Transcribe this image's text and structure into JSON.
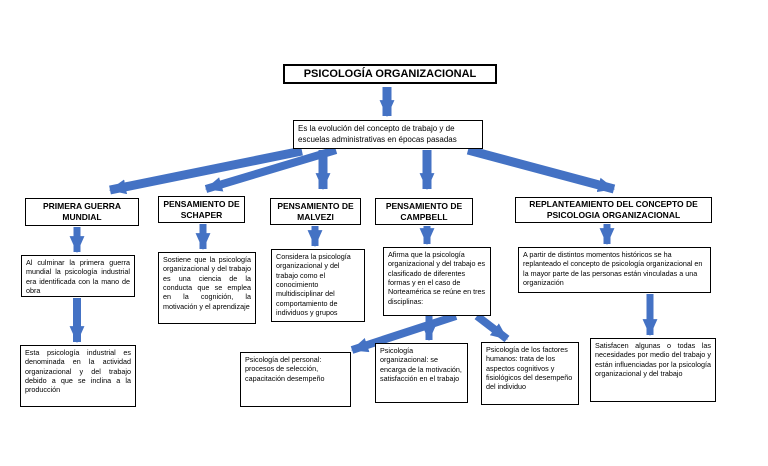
{
  "colors": {
    "arrow": "#4472C4",
    "box_border": "#000000",
    "box_fill": "#FFFFFF",
    "canvas": "#FFFFFF",
    "text": "#000000"
  },
  "diagram": {
    "root": "PSICOLOGÍA ORGANIZACIONAL",
    "definition": "Es la evolución del concepto de trabajo y de escuelas administrativas en épocas pasadas",
    "branches": [
      {
        "heading": "PRIMERA GUERRA MUNDIAL",
        "detail": "Al culminar la primera guerra mundial la psicología industrial era identificada con la mano de obra",
        "child": "Esta psicología industrial es denominada en la actividad organizacional y del trabajo debido a que se inclina a la producción"
      },
      {
        "heading": "PENSAMIENTO DE SCHAPER",
        "detail": "Sostiene que la psicología organizacional y del trabajo es una ciencia de la conducta que se emplea en la cognición, la motivación y el aprendizaje"
      },
      {
        "heading": "PENSAMIENTO DE MALVEZI",
        "detail": "Considera la psicología organizacional y del trabajo como el conocimiento multidisciplinar del comportamiento de individuos y grupos"
      },
      {
        "heading": "PENSAMIENTO DE CAMPBELL",
        "detail": "Afirma que la psicología organizacional y del trabajo es clasificado de diferentes formas y en el caso de Norteamérica se reúne en tres disciplinas:",
        "disciplines": [
          "Psicología del personal: procesos de selección, capacitación desempeño",
          "Psicología organizacional: se encarga de la motivación, satisfacción en el trabajo",
          "Psicología de los factores humanos: trata de los aspectos cognitivos y fisiológicos del desempeño del individuo"
        ]
      },
      {
        "heading": "REPLANTEAMIENTO DEL CONCEPTO DE PSICOLOGIA ORGANIZACIONAL",
        "detail": "A partir de distintos momentos históricos se ha replanteado el concepto de psicología organizacional en la mayor parte de las personas están vinculadas a una organización",
        "child": "Satisfacen algunas o todas las necesidades por medio del trabajo y están influenciadas por la psicología organizacional y del trabajo"
      }
    ]
  }
}
